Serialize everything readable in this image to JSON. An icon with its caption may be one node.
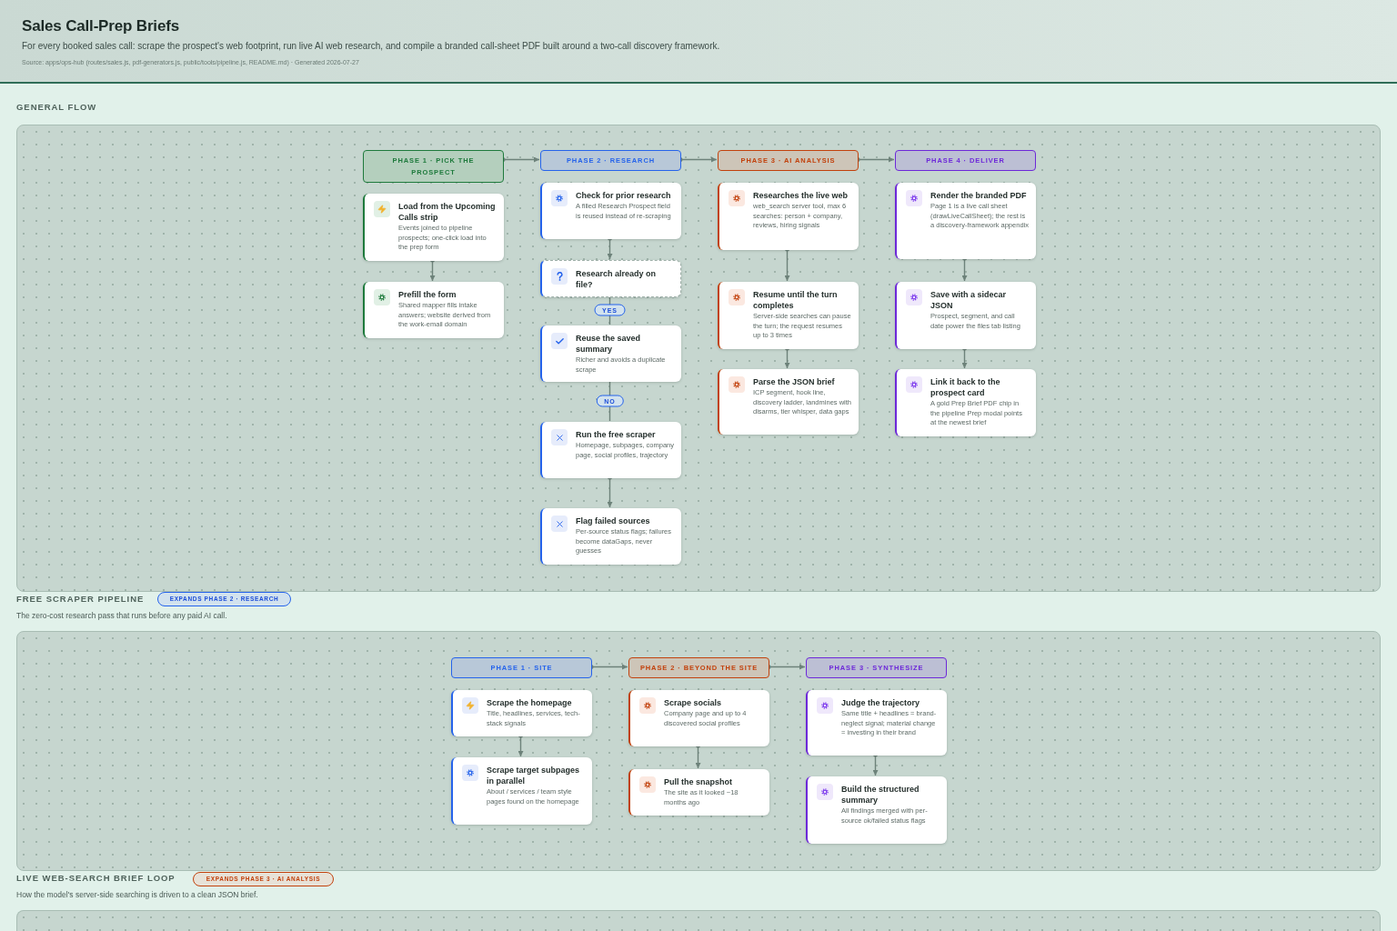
{
  "diagram": {
    "title": "Sales Call-Prep Briefs",
    "nodes": [
      {
        "text": [
          "GENERAL FLOW"
        ]
      },
      {
        "text": [
          "PHASE 1 · PICK THE PROSPECT"
        ],
        "in": 0
      },
      {
        "text": [
          "PHASE 2 · RESEARCH"
        ],
        "in": 0
      },
      {
        "text": [
          "PHASE 3 · AI ANALYSIS"
        ],
        "in": 0
      },
      {
        "text": [
          "PHASE 4 · DELIVER"
        ],
        "in": 0
      },
      {
        "text": [
          "Load from the Upcoming Calls strip",
          "Events joined to pipeline prospects; one-click load into the prep form"
        ],
        "in": 0
      },
      {
        "text": [
          "Prefill the form",
          "Shared mapper fills intake answers; website derived from the work-email domain"
        ],
        "in": 0
      },
      {
        "text": [
          "Check for prior research",
          "A filled Research Prospect field is reused instead of re-scraping"
        ],
        "in": 0
      },
      {
        "text": [
          "Research already on file?"
        ],
        "in": 0
      },
      {
        "text": [
          "Reuse the saved summary",
          "Richer and avoids a duplicate scrape"
        ],
        "in": 0
      },
      {
        "text": [
          "Run the free scraper",
          "Homepage, subpages, company page, social profiles, trajectory"
        ],
        "in": 0
      },
      {
        "text": [
          "Flag failed sources",
          "Per-source status flags; failures become dataGaps, never guesses"
        ],
        "in": 0
      },
      {
        "text": [
          "Researches the live web",
          "web_search server tool, max 6 searches: person + company, reviews, hiring signals"
        ],
        "in": 0
      },
      {
        "text": [
          "Resume until the turn completes",
          "Server-side searches can pause the turn; the request resumes up to 3 times"
        ],
        "in": 0
      },
      {
        "text": [
          "Parse the JSON brief",
          "ICP segment, hook line, discovery ladder, landmines with disarms, tier whisper, data gaps"
        ],
        "in": 0
      },
      {
        "text": [
          "Render the branded PDF",
          "Page 1 is a live call sheet (drawLiveCallSheet); the rest is a discovery-framework appendix"
        ],
        "in": 0
      },
      {
        "text": [
          "Save with a sidecar JSON",
          "Prospect, segment, and call date power the files tab listing"
        ],
        "in": 0
      },
      {
        "text": [
          "Link it back to the prospect card",
          "A gold Prep Brief PDF chip in the pipeline Prep modal points at the newest brief"
        ],
        "in": 0
      },
      {
        "text": [
          "FREE SCRAPER PIPELINE",
          "The zero-cost research pass that runs before any paid AI call."
        ]
      },
      {
        "text": [
          "EXPANDS PHASE 2 · RESEARCH"
        ]
      },
      {
        "text": [
          "PHASE 1 · SITE"
        ],
        "in": 18
      },
      {
        "text": [
          "PHASE 2 · BEYOND THE SITE"
        ],
        "in": 18
      },
      {
        "text": [
          "PHASE 3 · SYNTHESIZE"
        ],
        "in": 18
      },
      {
        "text": [
          "Scrape the homepage",
          "Title, headlines, services, tech-stack signals"
        ],
        "in": 18
      },
      {
        "text": [
          "Scrape target subpages in parallel",
          "About / services / team style pages found on the homepage"
        ],
        "in": 18
      },
      {
        "text": [
          "Scrape socials",
          "Company page and up to 4 discovered social profiles"
        ],
        "in": 18
      },
      {
        "text": [
          "Pull the snapshot",
          "The site as it looked ~18 months ago"
        ],
        "in": 18
      },
      {
        "text": [
          "Judge the trajectory",
          "Same title + headlines = brand-neglect signal; material change = investing in their brand"
        ],
        "in": 18
      },
      {
        "text": [
          "Build the structured summary",
          "All findings merged with per-source ok/failed status flags"
        ],
        "in": 18
      },
      {
        "text": [
          "LIVE WEB-SEARCH BRIEF LOOP",
          "How the model's server-side searching is driven to a clean JSON brief."
        ]
      },
      {
        "text": [
          "EXPANDS PHASE 3 · AI ANALYSIS"
        ]
      }
    ],
    "edges": [
      {
        "from": 1,
        "to": 2,
        "arrow": "to"
      },
      {
        "from": 2,
        "to": 3,
        "arrow": "to"
      },
      {
        "from": 3,
        "to": 4,
        "arrow": "to"
      },
      {
        "from": 5,
        "to": 6,
        "arrow": "to"
      },
      {
        "from": 7,
        "to": 8,
        "arrow": "to"
      },
      {
        "from": 8,
        "to": 9,
        "arrow": "none",
        "label": "YES"
      },
      {
        "from": 9,
        "to": 10,
        "arrow": "none",
        "label": "NO"
      },
      {
        "from": 10,
        "to": 11,
        "arrow": "to"
      },
      {
        "from": 12,
        "to": 13,
        "arrow": "to"
      },
      {
        "from": 13,
        "to": 14,
        "arrow": "to"
      },
      {
        "from": 15,
        "to": 16,
        "arrow": "to"
      },
      {
        "from": 16,
        "to": 17,
        "arrow": "to"
      },
      {
        "from": 20,
        "to": 21,
        "arrow": "to"
      },
      {
        "from": 21,
        "to": 22,
        "arrow": "to"
      },
      {
        "from": 23,
        "to": 24,
        "arrow": "to"
      },
      {
        "from": 25,
        "to": 26,
        "arrow": "to"
      },
      {
        "from": 27,
        "to": 28,
        "arrow": "to"
      }
    ],
    "labels": [
      "For every booked sales call: scrape the prospect's web footprint, run live AI web research, and compile a branded call-sheet PDF built around a two-call discovery framework.",
      "Source: apps/ops-hub (routes/sales.js, pdf-generators.js, public/tools/pipeline.js, README.md) · Generated 2026-07-27"
    ]
  }
}
